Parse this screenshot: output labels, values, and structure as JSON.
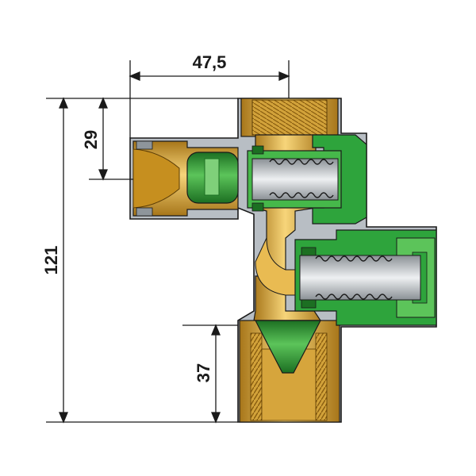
{
  "dimensions": {
    "width_top": "47,5",
    "side_port_height": "29",
    "total_height": "121",
    "bottom_port_depth": "37"
  },
  "colors": {
    "brass_light": "#f6cf6a",
    "brass_mid": "#d9a93a",
    "brass_dark": "#9a6c12",
    "green": "#2ea43c",
    "green_dark": "#1c6f22",
    "green_light": "#7fd07a",
    "steel": "#c9ced3",
    "steel_dark": "#8a9095",
    "line": "#1a1a1a"
  }
}
